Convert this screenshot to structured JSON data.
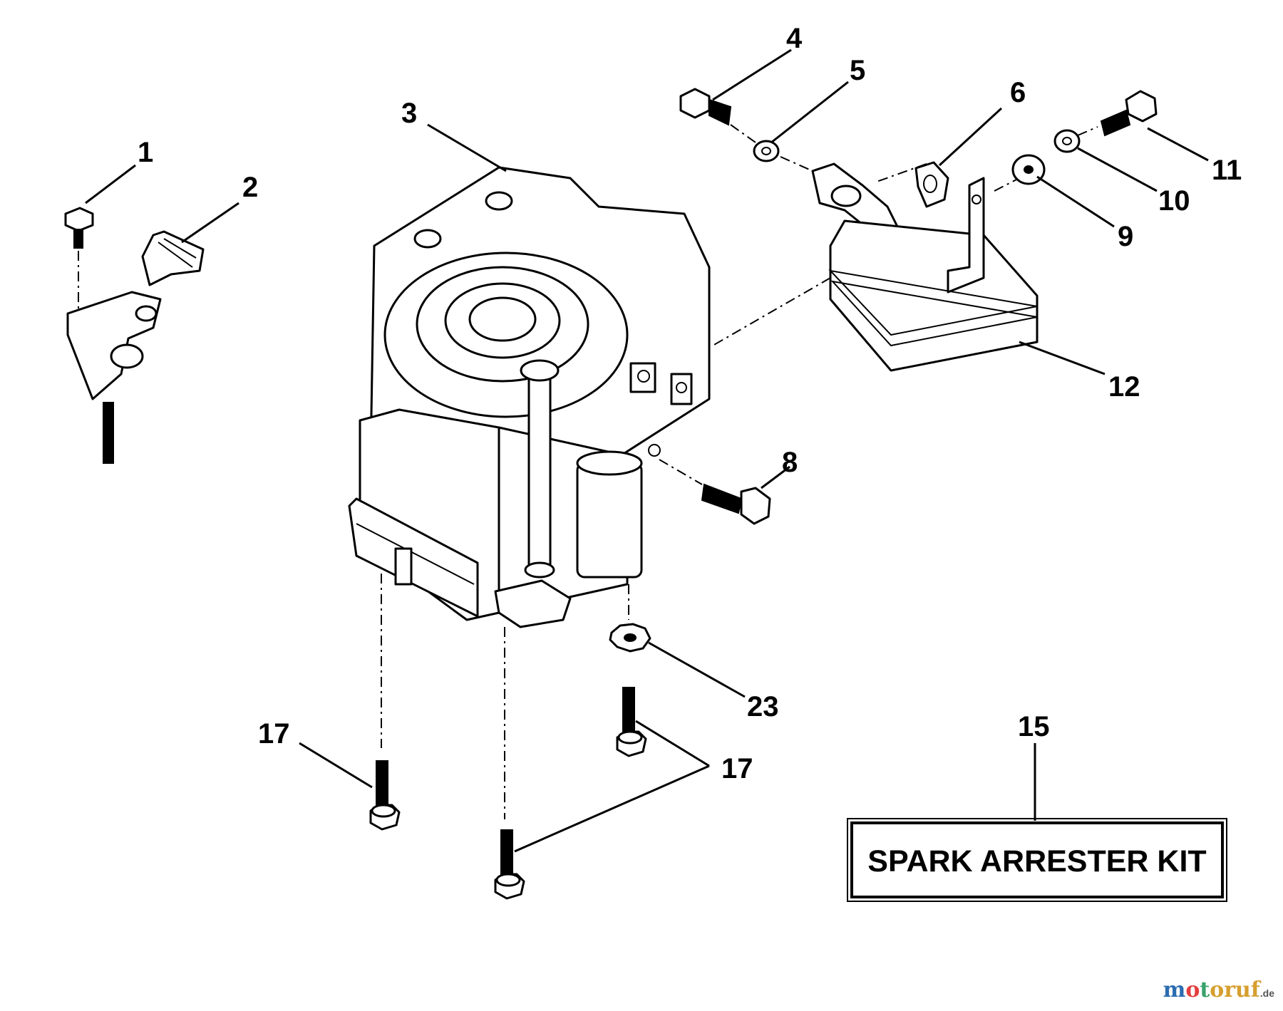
{
  "callouts": {
    "c1": "1",
    "c2": "2",
    "c3": "3",
    "c4": "4",
    "c5": "5",
    "c6": "6",
    "c8": "8",
    "c9": "9",
    "c10": "10",
    "c11": "11",
    "c12": "12",
    "c15": "15",
    "c17a": "17",
    "c17b": "17",
    "c23": "23"
  },
  "kit_label": "SPARK ARRESTER KIT",
  "watermark": {
    "brand": "motoruf",
    "suffix": ".de"
  },
  "colors": {
    "line": "#000000",
    "background": "#ffffff",
    "watermark_m": "#2b6cb0",
    "watermark_o": "#e53e3e",
    "watermark_t": "#38a169",
    "watermark_rest": "#d69e2e"
  }
}
